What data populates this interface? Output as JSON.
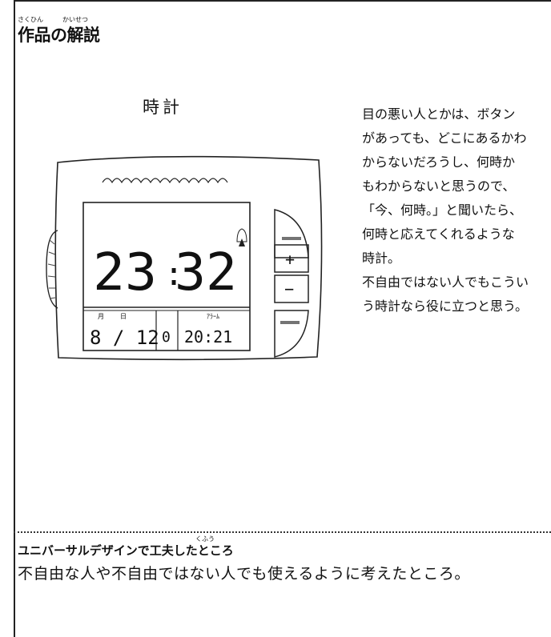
{
  "header": {
    "title": "作品の解説",
    "ruby_sakuhin": "さくひん",
    "ruby_kaisetsu": "かいせつ"
  },
  "work": {
    "name": "時計"
  },
  "clock": {
    "time_hour": "23",
    "time_minute": "32",
    "month_label": "月",
    "day_label": "日",
    "alarm_label": "ｱﾗｰﾑ",
    "date": "8 / 12",
    "weekday": "0",
    "alarm_time": "20:21",
    "plus": "+",
    "minus": "−"
  },
  "explanation": {
    "lines": [
      "目の悪い人とかは、ボタン",
      "があっても、どこにあるかわ",
      "からないだろうし、何時か",
      "もわからないと思うので、",
      "「今、何時。」と聞いたら、",
      "何時と応えてくれるような",
      "時計。",
      "不自由ではない人でもこうい",
      "う時計なら役に立つと思う。"
    ]
  },
  "universal": {
    "heading": "ユニバーサルデザインで工夫したところ",
    "ruby_kufuu": "くふう",
    "body": "不自由な人や不自由ではない人でも使えるように考えたところ。"
  }
}
